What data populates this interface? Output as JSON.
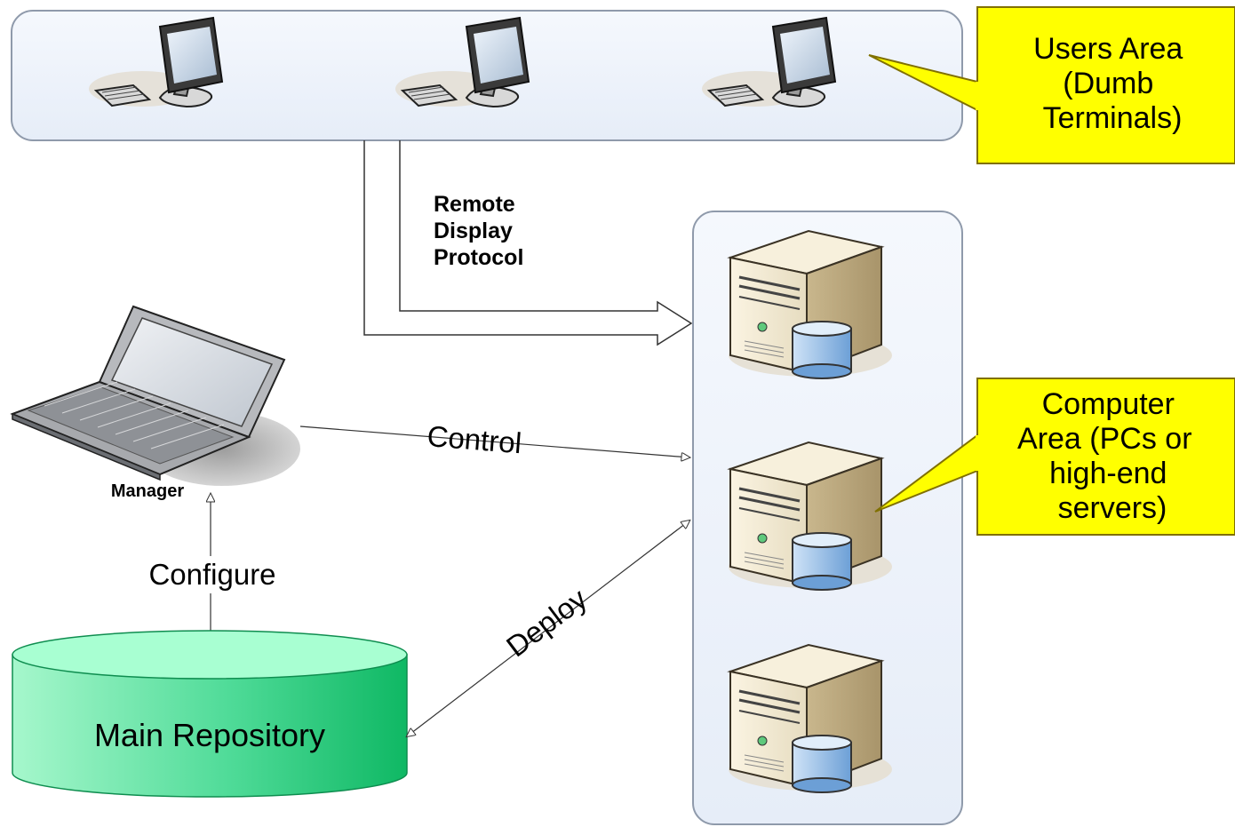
{
  "callouts": {
    "users": [
      "Users Area",
      "(Dumb",
      "Terminals)"
    ],
    "computer": [
      "Computer",
      "Area (PCs or",
      "high-end",
      "servers)"
    ]
  },
  "labels": {
    "protocol": [
      "Remote",
      "Display",
      "Protocol"
    ],
    "control": "Control",
    "configure": "Configure",
    "deploy": "Deploy",
    "manager": "Manager",
    "repository": "Main Repository"
  },
  "icons": {
    "terminal": "desktop-computer-icon",
    "server": "server-tower-icon",
    "laptop": "laptop-icon",
    "database": "database-cylinder-icon"
  },
  "colors": {
    "panel_fill": "#eef3fb",
    "panel_stroke": "#8f9aab",
    "callout_fill": "#ffff00",
    "callout_stroke": "#807000",
    "repo_fill": "#1ec87a",
    "repo_top": "#a8ffd2"
  }
}
